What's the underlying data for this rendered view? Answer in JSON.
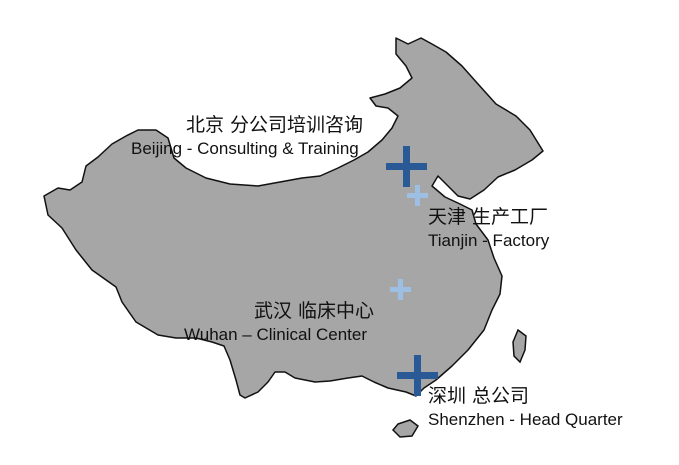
{
  "colors": {
    "land": "#a6a6a6",
    "outline": "#111111",
    "primary_marker": "#2a5a96",
    "secondary_marker": "#9dbfe3"
  },
  "locations": [
    {
      "id": "beijing",
      "zh": "北京 分公司培训咨询",
      "en": "Beijing - Consulting & Training",
      "marker": "primary"
    },
    {
      "id": "tianjin",
      "zh": "天津 生产工厂",
      "en": "Tianjin - Factory",
      "marker": "secondary"
    },
    {
      "id": "wuhan",
      "zh": "武汉 临床中心",
      "en": "Wuhan – Clinical Center",
      "marker": "secondary"
    },
    {
      "id": "shenzhen",
      "zh": "深圳 总公司",
      "en": "Shenzhen - Head Quarter",
      "marker": "primary"
    }
  ],
  "marker_icons": {
    "primary": "plus-icon",
    "secondary": "plus-icon"
  }
}
